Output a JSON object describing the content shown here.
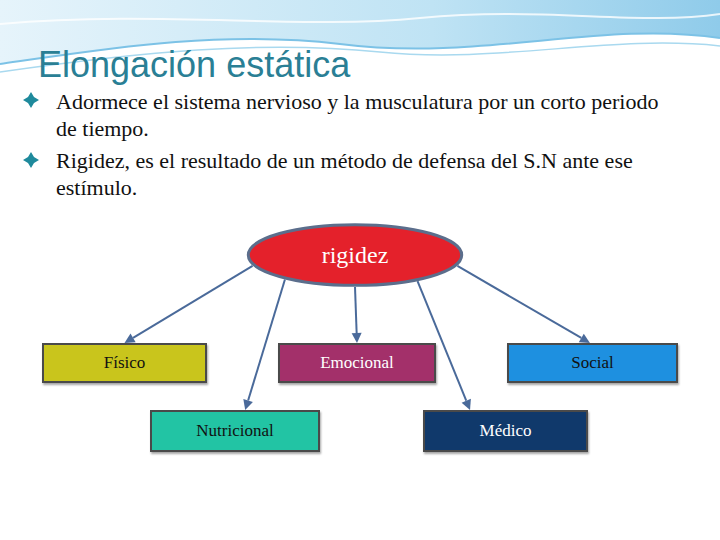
{
  "diagram": {
    "title": "Elongación estática",
    "nodes": [
      {
        "text": [
          "rigidez"
        ]
      },
      {
        "text": [
          "Físico"
        ]
      },
      {
        "text": [
          "Emocional"
        ]
      },
      {
        "text": [
          "Social"
        ]
      },
      {
        "text": [
          "Nutricional"
        ]
      },
      {
        "text": [
          "Médico"
        ]
      }
    ],
    "edges": [
      {
        "from": 0,
        "to": 1,
        "arrow": "to"
      },
      {
        "from": 0,
        "to": 2,
        "arrow": "to"
      },
      {
        "from": 0,
        "to": 3,
        "arrow": "to"
      },
      {
        "from": 0,
        "to": 4,
        "arrow": "to"
      },
      {
        "from": 0,
        "to": 5,
        "arrow": "to"
      }
    ],
    "labels": [
      "Adormece el sistema nervioso y la musculatura por un corto periodo de tiempo.",
      "Rigidez, es el resultado de un método de defensa del S.N ante ese estímulo."
    ]
  }
}
